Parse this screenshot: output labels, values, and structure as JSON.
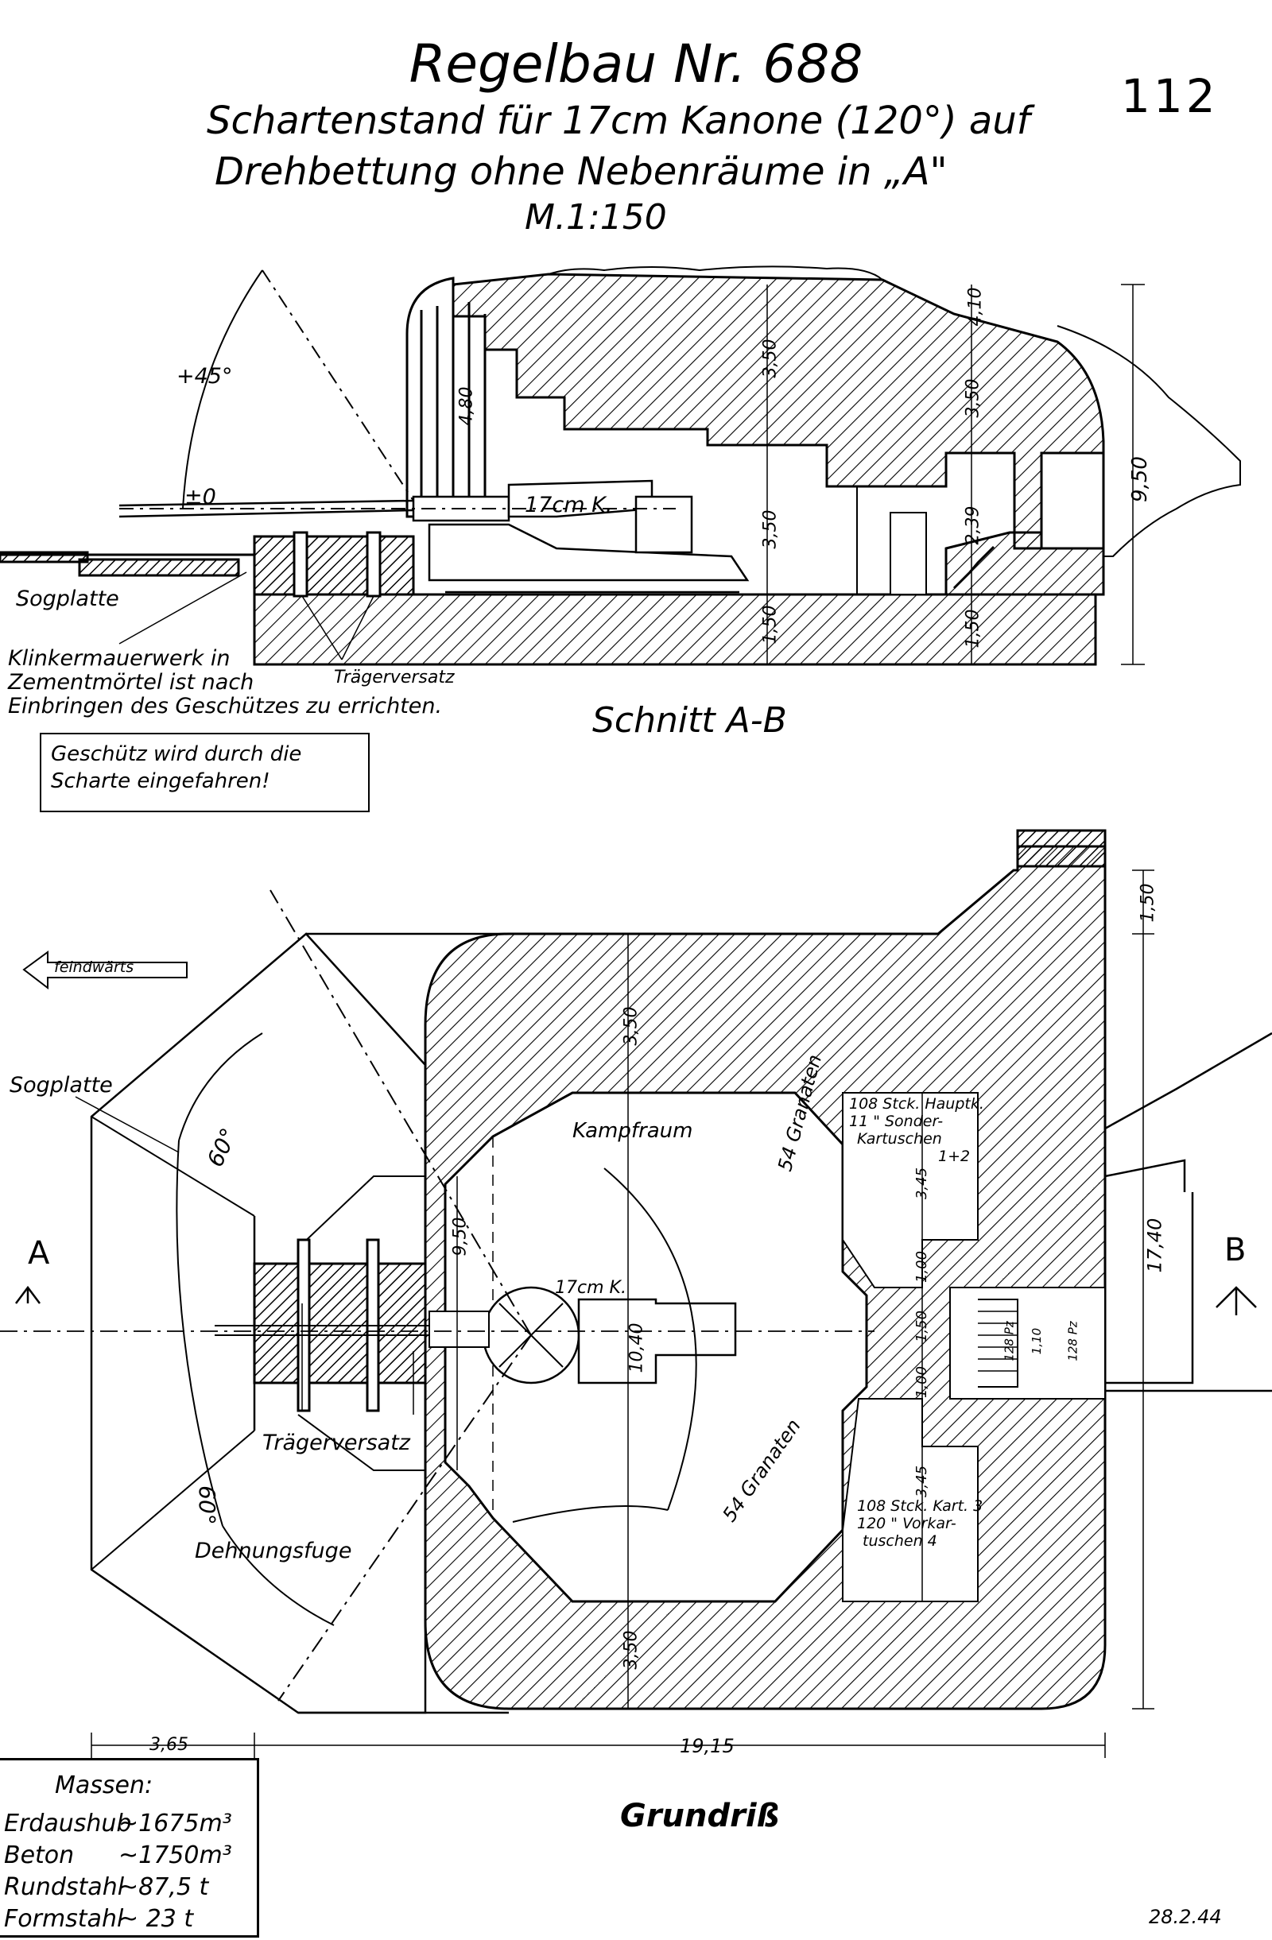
{
  "header": {
    "title": "Regelbau Nr. 688",
    "subtitle_line1": "Schartenstand für 17cm Kanone (120°) auf",
    "subtitle_line2": "Drehbettung ohne Nebenräume in „A\"",
    "scale": "M.1:150",
    "page_number": "112"
  },
  "section": {
    "title": "Schnitt A-B",
    "gun_label": "17cm K.",
    "angle_up": "+45°",
    "angle_zero": "±0",
    "sogplatte": "Sogplatte",
    "clinker_note_l1": "Klinkermauerwerk in",
    "clinker_note_l2": "Zementmörtel ist nach",
    "clinker_note_l3": "Einbringen des Geschützes zu errichten.",
    "traegerversatz": "Trägerversatz",
    "dims": {
      "d350a": "3,50",
      "d350b": "3,50",
      "d350c": "3,50",
      "d150a": "1,50",
      "d150b": "1,50",
      "d239": "2,39",
      "d410": "4,10",
      "d480": "4,80",
      "d950": "9,50"
    }
  },
  "note": {
    "line1": "Geschütz wird durch die",
    "line2": "Scharte eingefahren!"
  },
  "plan": {
    "title": "Grundriß",
    "feindwaerts": "feindwärts",
    "sogplatte": "Sogplatte",
    "kampfraum": "Kampfraum",
    "gun_label": "17cm K.",
    "traegerversatz": "Trägerversatz",
    "dehnungsfuge": "Dehnungsfuge",
    "angle_top": "60°",
    "angle_bottom": "60°",
    "granaten_top": "54 Granaten",
    "granaten_bottom": "54 Granaten",
    "ammo_top_l1": "108 Stck. Hauptk.",
    "ammo_top_l2": "11 \" Sonder-",
    "ammo_top_l3": "Kartuschen",
    "ammo_top_l4": "1+2",
    "ammo_bot_l1": "108 Stck. Kart. 3",
    "ammo_bot_l2": "120 \" Vorkar-",
    "ammo_bot_l3": "tuschen 4",
    "marker_a": "A",
    "marker_b": "B",
    "pz_left": "128 Pz",
    "pz_right": "128 Pz",
    "dims": {
      "w365": "3,65",
      "w1915": "19,15",
      "h150": "1,50",
      "h1740": "17,40",
      "h350top": "3,50",
      "h350bot": "3,50",
      "h950": "9,50",
      "h1040": "10,40",
      "h345top": "3,45",
      "h345bot": "3,45",
      "h100top": "1,00",
      "h150mid": "1,50",
      "h100bot": "1,00",
      "h110": "1,10"
    }
  },
  "masses": {
    "heading": "Massen:",
    "rows": [
      {
        "label": "Erdaushub",
        "value": "~1675m³"
      },
      {
        "label": "Beton",
        "value": "~1750m³"
      },
      {
        "label": "Rundstahl",
        "value": "~87,5 t"
      },
      {
        "label": "Formstahl",
        "value": "~ 23 t"
      }
    ]
  },
  "date": "28.2.44"
}
